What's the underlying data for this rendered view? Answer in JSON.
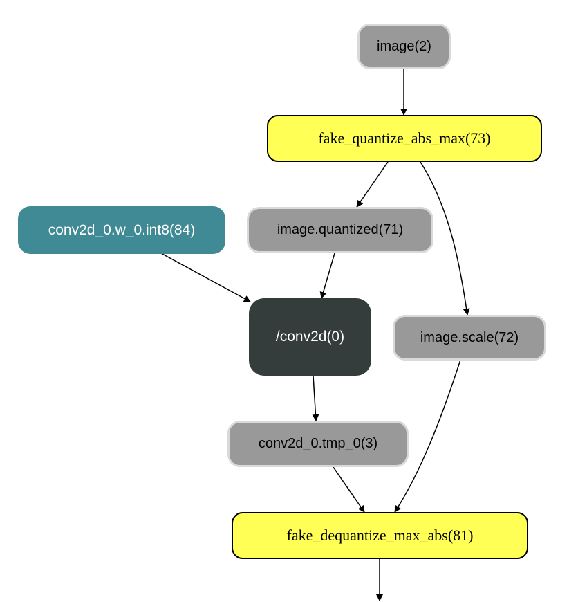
{
  "nodes": {
    "image": {
      "label": "image(2)"
    },
    "fake_quantize": {
      "label": "fake_quantize_abs_max(73)"
    },
    "weight": {
      "label": "conv2d_0.w_0.int8(84)"
    },
    "image_quantized": {
      "label": "image.quantized(71)"
    },
    "conv2d": {
      "label": "/conv2d(0)"
    },
    "image_scale": {
      "label": "image.scale(72)"
    },
    "conv_tmp": {
      "label": "conv2d_0.tmp_0(3)"
    },
    "fake_dequantize": {
      "label": "fake_dequantize_max_abs(81)"
    }
  },
  "colors": {
    "variable": "#999999",
    "variable_border": "#d9d9d9",
    "operator": "#ffff55",
    "parameter": "#3f8a94",
    "conv_op": "#353c3c",
    "edge": "#000000"
  }
}
